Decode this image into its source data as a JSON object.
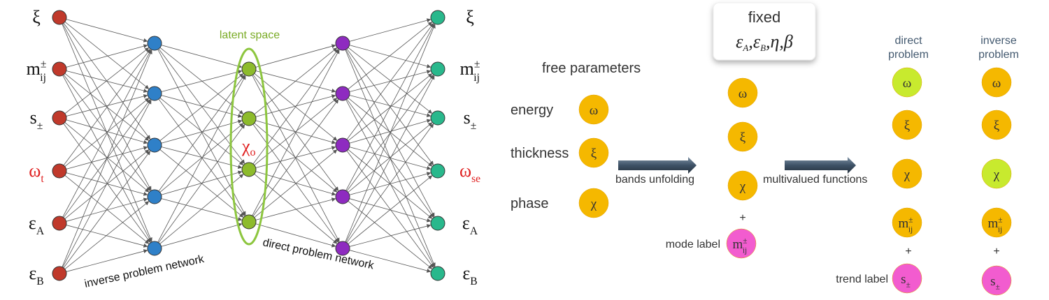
{
  "network": {
    "layers": [
      {
        "key": "input",
        "color": "#c0392b",
        "labels": [
          {
            "base": "ξ",
            "sub": "",
            "sup": "",
            "red": false
          },
          {
            "base": "m",
            "sub": "ij",
            "sup": "±",
            "red": false
          },
          {
            "base": "s",
            "sub": "±",
            "sup": "",
            "red": false
          },
          {
            "base": "ω",
            "sub": "t",
            "sup": "",
            "red": true
          },
          {
            "base": "ε",
            "sub": "A",
            "sup": "",
            "red": false
          },
          {
            "base": "ε",
            "sub": "B",
            "sup": "",
            "red": false
          }
        ]
      },
      {
        "key": "hidden1",
        "color": "#2f80c8",
        "labels": []
      },
      {
        "key": "latent",
        "color": "#8dbb2c",
        "labels": []
      },
      {
        "key": "hidden2",
        "color": "#8e2bc0",
        "labels": []
      },
      {
        "key": "output",
        "color": "#29b88c",
        "labels": [
          {
            "base": "ξ",
            "sub": "",
            "sup": "",
            "red": false
          },
          {
            "base": "m",
            "sub": "ij",
            "sup": "±",
            "red": false
          },
          {
            "base": "s",
            "sub": "±",
            "sup": "",
            "red": false
          },
          {
            "base": "ω",
            "sub": "se",
            "sup": "",
            "red": true
          },
          {
            "base": "ε",
            "sub": "A",
            "sup": "",
            "red": false
          },
          {
            "base": "ε",
            "sub": "B",
            "sup": "",
            "red": false
          }
        ]
      }
    ],
    "latent_label": "latent space",
    "latent_symbol": {
      "base": "χ",
      "sub": "o"
    },
    "inverse_label": "inverse problem network",
    "direct_label": "direct problem network",
    "colors": {
      "latent_ellipse": "#8dc63f",
      "red_label": "#e02020",
      "edge": "#555555"
    }
  },
  "flow": {
    "fixed_title": "fixed",
    "fixed_params": "εA, εB, η, β",
    "fixed_params_parts": [
      {
        "base": "ε",
        "sub": "A"
      },
      {
        "base": "ε",
        "sub": "B"
      },
      {
        "base": "η",
        "sub": ""
      },
      {
        "base": "β",
        "sub": ""
      }
    ],
    "free_title": "free parameters",
    "free_rows": [
      {
        "label": "energy",
        "symbol": "ω"
      },
      {
        "label": "thickness",
        "symbol": "ξ"
      },
      {
        "label": "phase",
        "symbol": "χ"
      }
    ],
    "arrow1_label": "bands unfolding",
    "arrow2_label": "multivalued functions",
    "middle_nodes": [
      {
        "base": "ω",
        "sub": "",
        "sup": ""
      },
      {
        "base": "ξ",
        "sub": "",
        "sup": ""
      },
      {
        "base": "χ",
        "sub": "",
        "sup": ""
      }
    ],
    "plus": "+",
    "mode_label": "mode label",
    "mode_node": {
      "base": "m",
      "sub": "ij",
      "sup": "±"
    },
    "direct_header": [
      "direct",
      "problem"
    ],
    "inverse_header": [
      "inverse",
      "problem"
    ],
    "direct_nodes": [
      {
        "base": "ω",
        "sub": "",
        "sup": "",
        "highlight": true
      },
      {
        "base": "ξ",
        "sub": "",
        "sup": "",
        "highlight": false
      },
      {
        "base": "χ",
        "sub": "",
        "sup": "",
        "highlight": false
      },
      {
        "base": "m",
        "sub": "ij",
        "sup": "±",
        "highlight": false
      }
    ],
    "inverse_nodes": [
      {
        "base": "ω",
        "sub": "",
        "sup": "",
        "highlight": false
      },
      {
        "base": "ξ",
        "sub": "",
        "sup": "",
        "highlight": false
      },
      {
        "base": "χ",
        "sub": "",
        "sup": "",
        "highlight": true
      },
      {
        "base": "m",
        "sub": "ij",
        "sup": "±",
        "highlight": false
      }
    ],
    "trend_label": "trend label",
    "trend_node": {
      "base": "s",
      "sub": "±",
      "sup": ""
    },
    "colors": {
      "orange": "#f5b800",
      "lime": "#c8ea2e",
      "pink": "#f25ccf",
      "arrow": "#3d5166",
      "text": "#333333"
    }
  }
}
